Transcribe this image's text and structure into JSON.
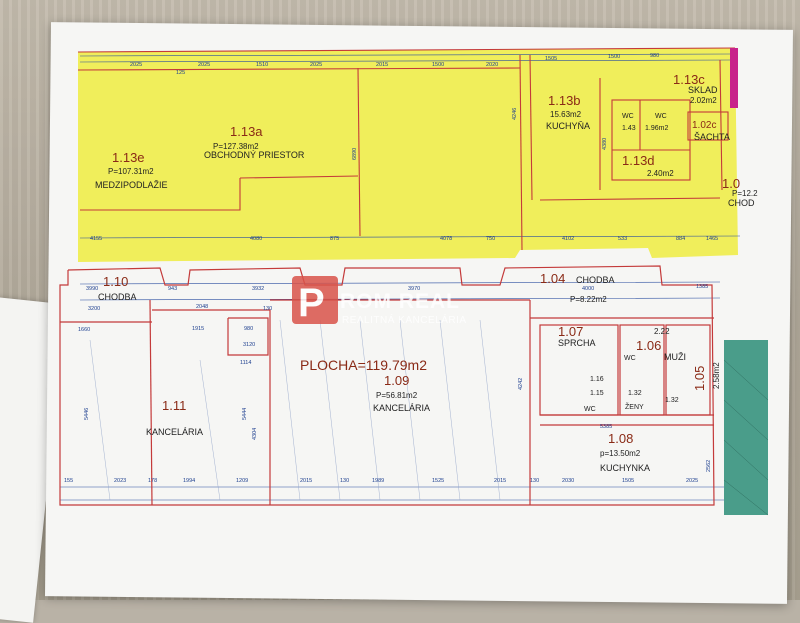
{
  "plan": {
    "total_area": "PLOCHA=119.79m2",
    "rooms": [
      {
        "no": "1.13a",
        "name": "OBCHODNÝ PRIESTOR",
        "area": "P=127.38m2"
      },
      {
        "no": "1.13e",
        "name": "MEDZIPODLAŽIE",
        "area": "P=107.31m2"
      },
      {
        "no": "1.13b",
        "name": "KUCHYŇA",
        "area": "15.63m2"
      },
      {
        "no": "1.13c",
        "name": "SKLAD",
        "area": "2.02m2"
      },
      {
        "no": "1.13d",
        "name": "",
        "area": "2.40m2"
      },
      {
        "no": "1.02c",
        "name": "ŠACHTA",
        "area": ""
      },
      {
        "no": "1.0",
        "name": "CHOD",
        "area": "P=12.2"
      },
      {
        "no": "1.10",
        "name": "CHODBA",
        "area": ""
      },
      {
        "no": "1.04",
        "name": "CHODBA",
        "area": "P=8.22m2"
      },
      {
        "no": "1.11",
        "name": "KANCELÁRIA",
        "area": ""
      },
      {
        "no": "1.09",
        "name": "KANCELÁRIA",
        "area": "P=56.81m2"
      },
      {
        "no": "1.07",
        "name": "SPRCHA",
        "area": ""
      },
      {
        "no": "1.06",
        "name": "MUŽI",
        "area": "2.22"
      },
      {
        "no": "1.05",
        "name": "",
        "area": "2.58m2"
      },
      {
        "no": "1.08",
        "name": "KUCHYNKA",
        "area": "p=13.50m2"
      }
    ],
    "wc_labels": {
      "wc1": "WC",
      "wc1_area": "1.43",
      "wc2": "WC",
      "wc2_area": "1.96m2",
      "wc3": "WC",
      "wc4": "WC",
      "zeny": "ŽENY",
      "v1": "1.16",
      "v2": "1.15",
      "v3": "1.32",
      "v4": "1.32"
    },
    "dimensions_top": [
      "2025",
      "2025",
      "1510",
      "2025",
      "2015",
      "1500",
      "2020",
      "1505",
      "1500",
      "980",
      "125"
    ],
    "dimensions_mid": [
      "4155",
      "4080",
      "875",
      "4078",
      "750",
      "4102",
      "533",
      "884",
      "1465"
    ],
    "dimensions_lower": [
      "3990",
      "943",
      "3932",
      "3970",
      "4000",
      "1385",
      "3200",
      "2048",
      "130",
      "1660",
      "1915",
      "980",
      "3120",
      "1114"
    ],
    "dimensions_bottom": [
      "155",
      "2023",
      "178",
      "1994",
      "1209",
      "2015",
      "130",
      "1989",
      "1525",
      "2015",
      "130",
      "2030",
      "1505",
      "2025"
    ],
    "dimensions_side": [
      "5446",
      "5444",
      "4304",
      "4242",
      "5385",
      "2562",
      "6890",
      "4246",
      "4380"
    ]
  },
  "watermark": {
    "brand": "ROM REAL",
    "subtitle": "REALITNÁ KANCELÁRIA",
    "mark": "P"
  },
  "colors": {
    "yellow": "#f0ee5b",
    "teal": "#4a9d8a",
    "line": "#c43a3a",
    "dim_line": "#2b4ea0"
  }
}
